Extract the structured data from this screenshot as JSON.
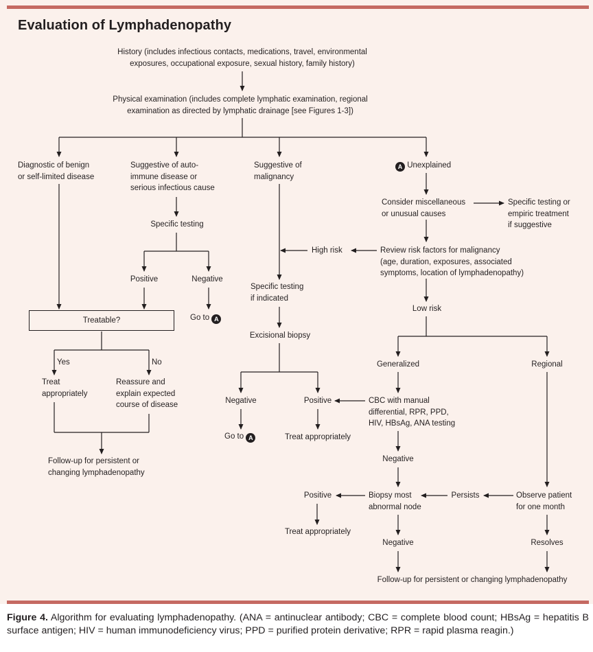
{
  "title": "Evaluation of Lymphadenopathy",
  "badge": "A",
  "nodes": {
    "history_1": "History (includes infectious contacts, medications, travel, environmental",
    "history_2": "exposures, occupational exposure, sexual history, family history)",
    "physical_1": "Physical examination (includes complete lymphatic examination, regional",
    "physical_2": "examination as directed by lymphatic drainage [see Figures 1-3])",
    "benign_1": "Diagnostic of benign",
    "benign_2": "or self-limited disease",
    "auto_1": "Suggestive of auto-",
    "auto_2": "immune disease or",
    "auto_3": "serious infectious cause",
    "malig_1": "Suggestive of",
    "malig_2": "malignancy",
    "unexplained": "Unexplained",
    "misc_1": "Consider miscellaneous",
    "misc_2": "or unusual causes",
    "empiric_1": "Specific testing or",
    "empiric_2": "empiric treatment",
    "empiric_3": "if suggestive",
    "specific_testing": "Specific testing",
    "high_risk": "High risk",
    "review_1": "Review risk factors for malignancy",
    "review_2": "(age, duration, exposures, associated",
    "review_3": "symptoms, location of lymphadenopathy)",
    "positive_auto": "Positive",
    "negative_auto": "Negative",
    "spec_if_1": "Specific testing",
    "spec_if_2": "if indicated",
    "treatable": "Treatable?",
    "goto": "Go to",
    "low_risk": "Low risk",
    "excisional": "Excisional biopsy",
    "yes": "Yes",
    "no": "No",
    "generalized": "Generalized",
    "regional": "Regional",
    "treat_1": "Treat",
    "treat_2": "appropriately",
    "reassure_1": "Reassure and",
    "reassure_2": "explain expected",
    "reassure_3": "course of disease",
    "negative_bx": "Negative",
    "positive_bx": "Positive",
    "cbc_1": "CBC with manual",
    "cbc_2": "differential, RPR, PPD,",
    "cbc_3": "HIV, HBsAg, ANA testing",
    "treat_approp": "Treat appropriately",
    "followup_left_1": "Follow-up for persistent or",
    "followup_left_2": "changing lymphadenopathy",
    "negative_cbc": "Negative",
    "positive_final": "Positive",
    "biopsy_1": "Biopsy most",
    "biopsy_2": "abnormal node",
    "persists": "Persists",
    "observe_1": "Observe patient",
    "observe_2": "for one month",
    "negative_final": "Negative",
    "resolves": "Resolves",
    "followup_bottom": "Follow-up for persistent or changing lymphadenopathy"
  },
  "caption": {
    "label": "Figure 4.",
    "text": "Algorithm for evaluating lymphadenopathy. (ANA = antinuclear antibody; CBC = complete blood count; HBsAg = hepatitis B surface antigen; HIV = human immunodeficiency virus; PPD = purified protein derivative; RPR = rapid plasma reagin.)"
  },
  "colors": {
    "accent_bar": "#c56a62",
    "background": "#fbf1ec",
    "ink": "#231f20"
  }
}
